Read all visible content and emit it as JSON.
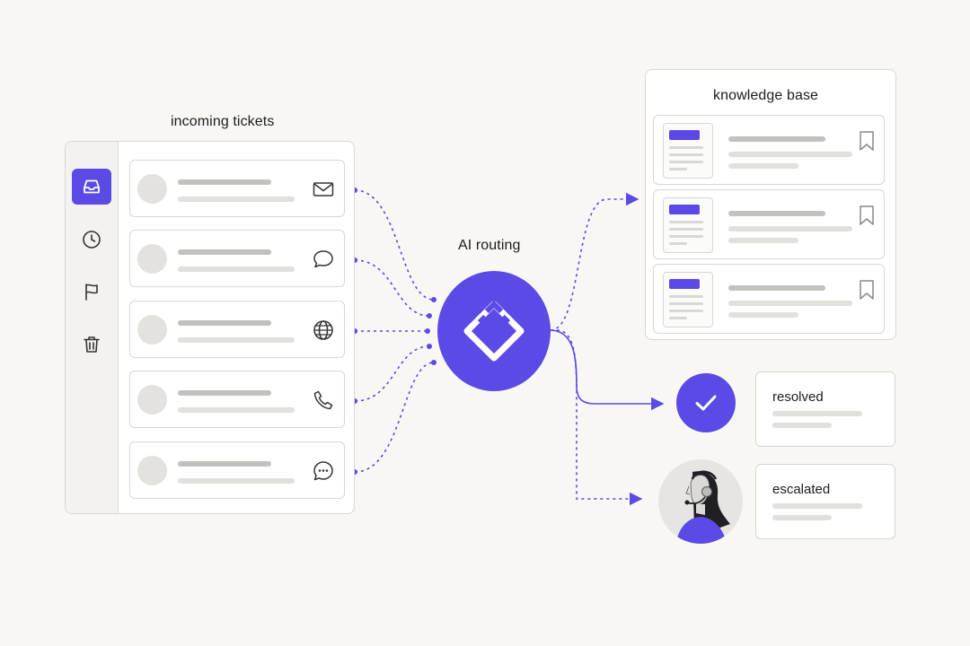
{
  "incoming": {
    "title": "incoming tickets",
    "sidebar": [
      {
        "icon": "inbox-icon",
        "active": true
      },
      {
        "icon": "clock-icon",
        "active": false
      },
      {
        "icon": "flag-icon",
        "active": false
      },
      {
        "icon": "trash-icon",
        "active": false
      }
    ],
    "tickets": [
      {
        "channel": "mail-icon"
      },
      {
        "channel": "chat-bubble-icon"
      },
      {
        "channel": "globe-icon"
      },
      {
        "channel": "phone-icon"
      },
      {
        "channel": "message-dots-icon"
      }
    ]
  },
  "routing": {
    "title": "AI routing",
    "icon": "diamond-icon"
  },
  "knowledge_base": {
    "title": "knowledge base",
    "cards": 3
  },
  "outcomes": {
    "resolved": {
      "label": "resolved",
      "icon": "check-icon"
    },
    "escalated": {
      "label": "escalated",
      "icon": "support-agent-icon"
    }
  },
  "colors": {
    "accent": "#5b4ae5",
    "background": "#f8f7f4",
    "panel": "#ffffff",
    "border": "#d8d7d3",
    "placeholder_dark": "#c2c1be",
    "placeholder_light": "#e1e0dd"
  }
}
